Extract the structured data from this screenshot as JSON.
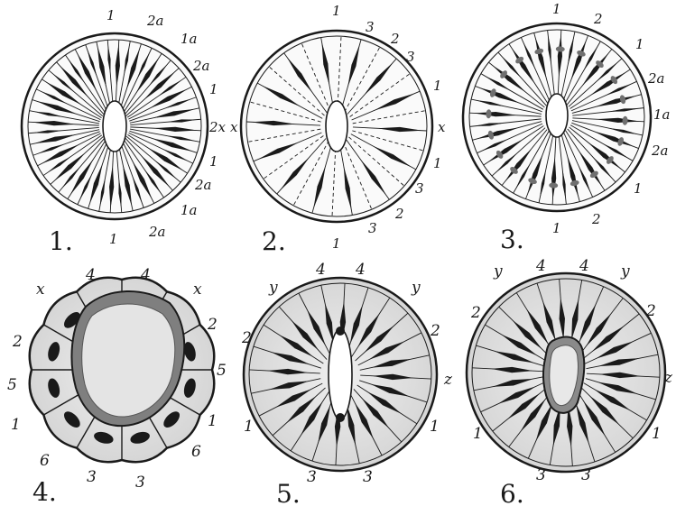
{
  "figures": [
    {
      "number": "1.",
      "labels": [
        "1",
        "2a",
        "1a",
        "2a",
        "1",
        "2x",
        "1",
        "2a",
        "1a",
        "2a",
        "1"
      ]
    },
    {
      "number": "2.",
      "labels": [
        "1",
        "3",
        "2",
        "3",
        "1",
        "x",
        "x",
        "1",
        "3",
        "2",
        "3",
        "1"
      ]
    },
    {
      "number": "3.",
      "labels": [
        "1",
        "2",
        "1",
        "2a",
        "1a",
        "2a",
        "1",
        "2",
        "1"
      ]
    },
    {
      "number": "4.",
      "labels": [
        "4",
        "4",
        "x",
        "x",
        "2",
        "2",
        "5",
        "5",
        "1",
        "1",
        "6",
        "6",
        "3",
        "3"
      ]
    },
    {
      "number": "5.",
      "labels": [
        "4",
        "4",
        "y",
        "y",
        "2",
        "2",
        "1",
        "1",
        "3",
        "3"
      ]
    },
    {
      "number": "6.",
      "labels": [
        "y",
        "4",
        "4",
        "y",
        "2",
        "2",
        "z",
        "z",
        "1",
        "1",
        "3",
        "3"
      ]
    }
  ],
  "colors": {
    "ink": "#1a1a1a",
    "paper": "#ffffff",
    "stipple": "#c9c9c9",
    "mesoglea": "#8a8a8a"
  }
}
